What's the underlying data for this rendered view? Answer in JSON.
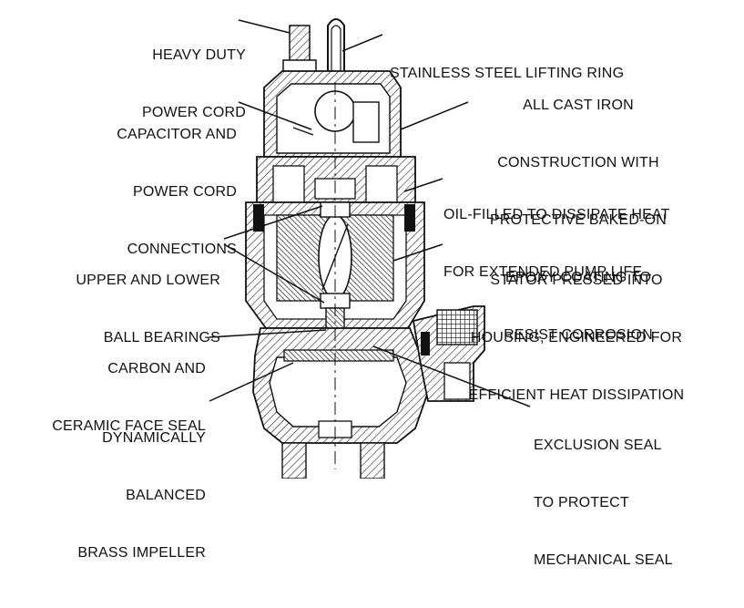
{
  "diagram": {
    "callouts": [
      {
        "id": "power-cord",
        "lines": [
          "HEAVY DUTY",
          "POWER CORD"
        ]
      },
      {
        "id": "lifting-ring",
        "lines": [
          "STAINLESS STEEL LIFTING RING"
        ]
      },
      {
        "id": "cast-iron",
        "lines": [
          "ALL CAST IRON",
          "CONSTRUCTION WITH",
          "PROTECTIVE BAKED-ON",
          "EPOXY COATING TO",
          "RESIST CORROSION"
        ]
      },
      {
        "id": "capacitor",
        "lines": [
          "CAPACITOR AND",
          "POWER CORD",
          "CONNECTIONS"
        ]
      },
      {
        "id": "oil-filled",
        "lines": [
          "OIL-FILLED TO DISSIPATE HEAT",
          "FOR EXTENDED PUMP LIFE"
        ]
      },
      {
        "id": "bearings",
        "lines": [
          "UPPER AND LOWER",
          "BALL BEARINGS"
        ]
      },
      {
        "id": "stator",
        "lines": [
          "STATOR PRESSED INTO",
          "HOUSING, ENGINEERED FOR",
          "EFFICIENT HEAT DISSIPATION"
        ]
      },
      {
        "id": "seal",
        "lines": [
          "CARBON AND",
          "CERAMIC FACE SEAL"
        ]
      },
      {
        "id": "impeller",
        "lines": [
          "DYNAMICALLY",
          "BALANCED",
          "BRASS IMPELLER"
        ]
      },
      {
        "id": "exclusion-seal",
        "lines": [
          "EXCLUSION SEAL",
          "TO PROTECT",
          "MECHANICAL SEAL"
        ]
      }
    ],
    "colors": {
      "ink": "#111111",
      "paper": "#ffffff"
    }
  }
}
